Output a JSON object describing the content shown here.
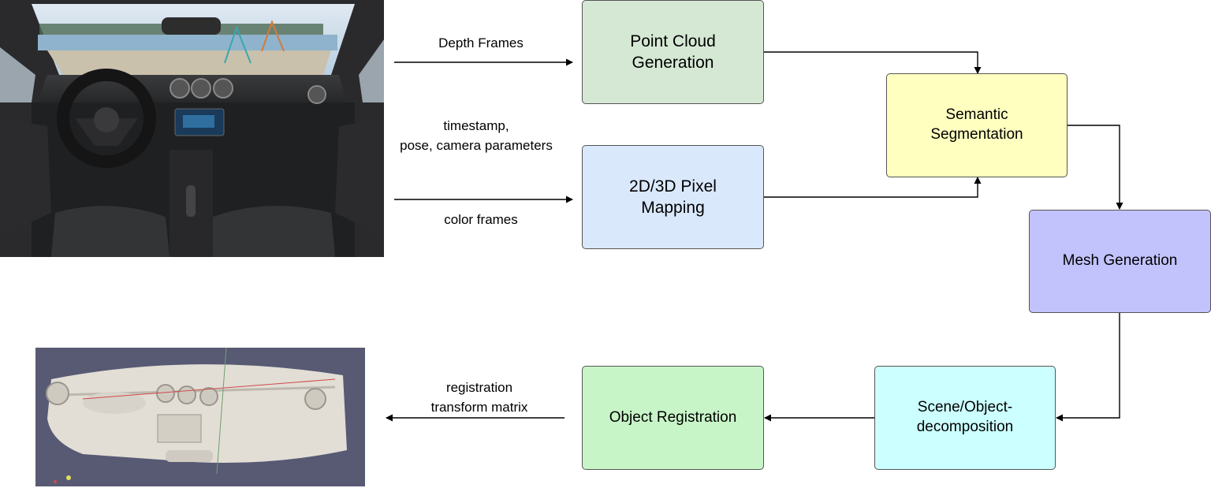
{
  "colors": {
    "point_cloud": "#d5e8d4",
    "pixel_mapping": "#dae8fc",
    "semantic": "#ffffc0",
    "mesh": "#c2c2fd",
    "scene": "#ccffff",
    "registration": "#c8f5c8"
  },
  "boxes": {
    "point_cloud": "Point Cloud\nGeneration",
    "pixel_mapping": "2D/3D Pixel\nMapping",
    "semantic": "Semantic\nSegmentation",
    "mesh": "Mesh Generation",
    "scene": "Scene/Object-\ndecomposition",
    "registration": "Object Registration"
  },
  "labels": {
    "depth": "Depth Frames",
    "timestamp": "timestamp,\npose, camera parameters",
    "color": "color frames",
    "transform": "registration\ntransform matrix"
  }
}
